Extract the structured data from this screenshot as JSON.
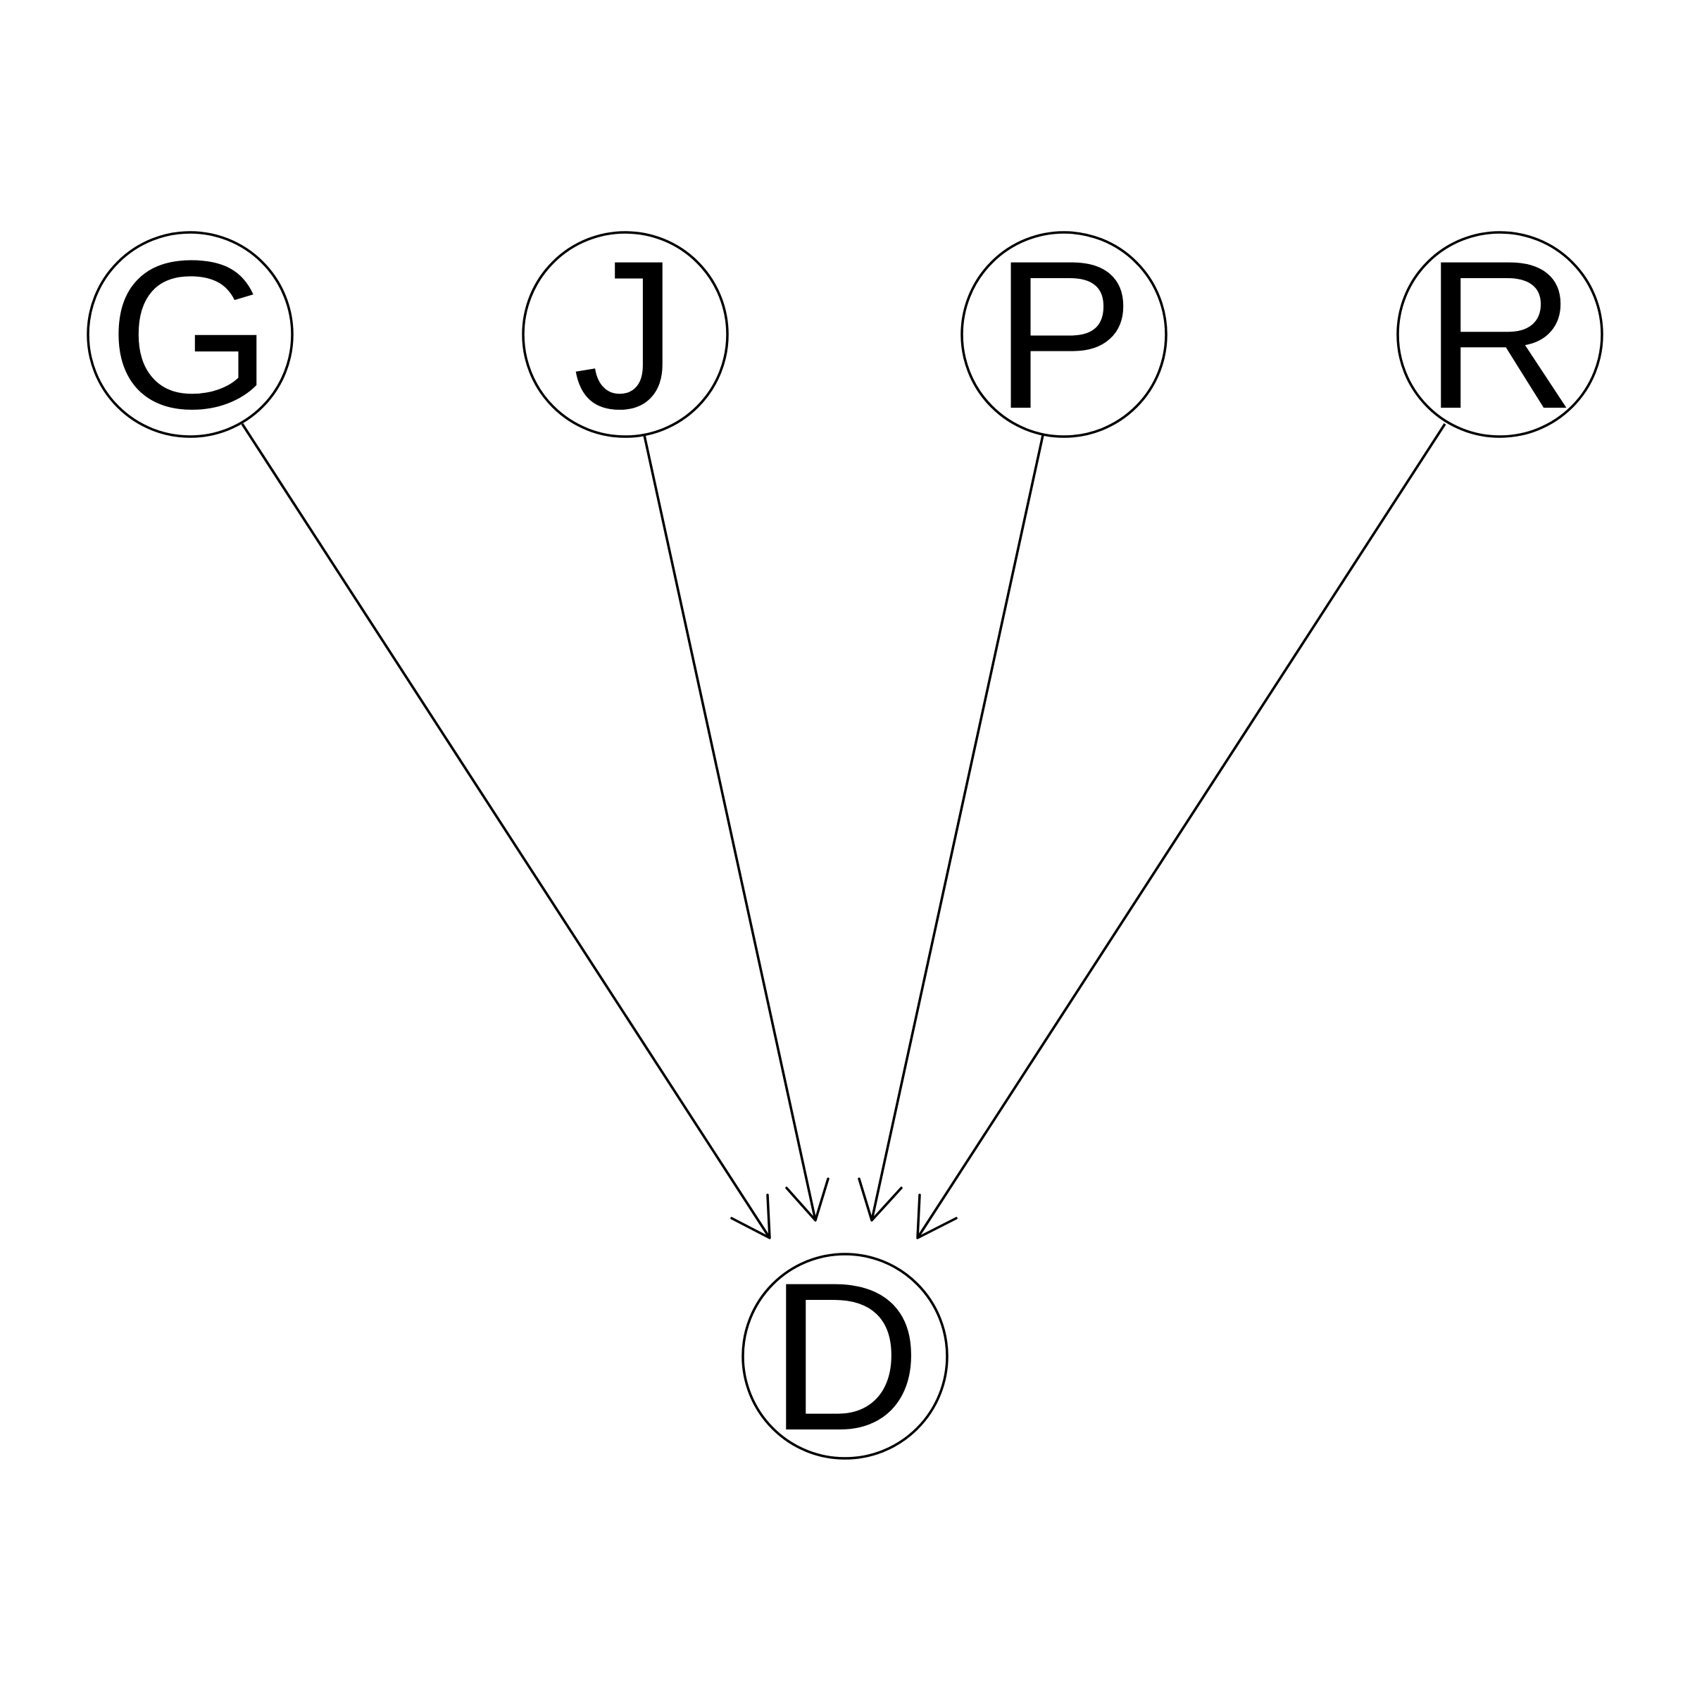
{
  "diagram": {
    "type": "directed-graph",
    "nodes": [
      {
        "id": "G",
        "label": "G"
      },
      {
        "id": "J",
        "label": "J"
      },
      {
        "id": "P",
        "label": "P"
      },
      {
        "id": "R",
        "label": "R"
      },
      {
        "id": "D",
        "label": "D"
      }
    ],
    "edges": [
      {
        "from": "G",
        "to": "D"
      },
      {
        "from": "J",
        "to": "D"
      },
      {
        "from": "P",
        "to": "D"
      },
      {
        "from": "R",
        "to": "D"
      }
    ],
    "colors": {
      "stroke": "#000000",
      "background": "#ffffff"
    }
  }
}
